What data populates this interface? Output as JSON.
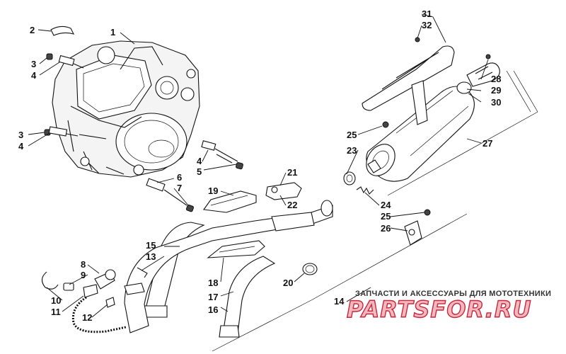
{
  "diagram": {
    "callouts": [
      "1",
      "2",
      "3",
      "4",
      "3",
      "4",
      "4",
      "5",
      "6",
      "7",
      "8",
      "9",
      "10",
      "11",
      "12",
      "13",
      "14",
      "15",
      "16",
      "17",
      "18",
      "19",
      "20",
      "21",
      "22",
      "23",
      "24",
      "25",
      "25",
      "26",
      "27",
      "28",
      "29",
      "30",
      "31",
      "32"
    ]
  },
  "watermark": {
    "caption": "ЗАПЧАСТИ И АКСЕССУАРЫ ДЛЯ МОТОТЕХНИКИ",
    "logo": "PARTSFOR.RU",
    "colors": {
      "fill": "#f2b8bf",
      "outline": "#c7283c"
    }
  }
}
